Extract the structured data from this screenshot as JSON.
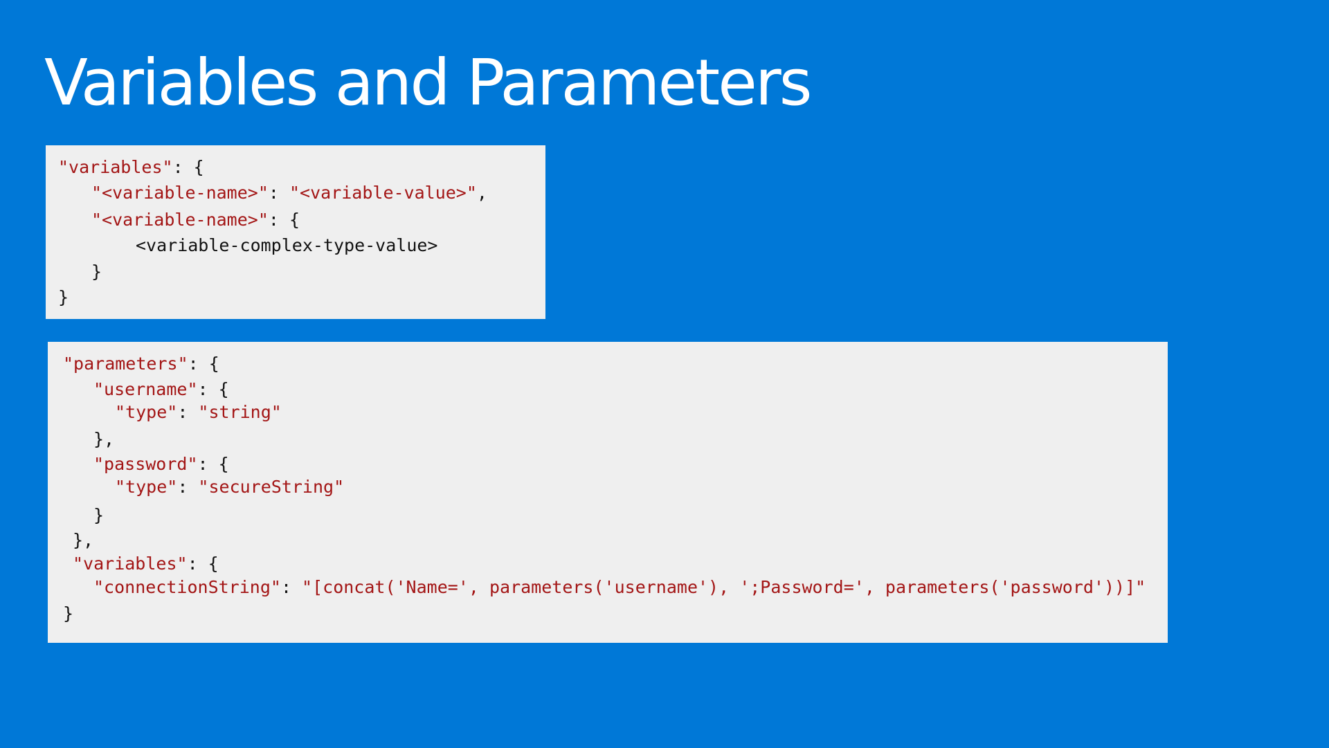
{
  "slide": {
    "title": "Variables and Parameters"
  },
  "colors": {
    "background": "#0078d7",
    "code_background": "#efefef",
    "string_color": "#a31515",
    "punctuation_color": "#111111"
  },
  "code_blocks": {
    "variables_block": {
      "lines": [
        [
          "\"variables\"",
          ": {"
        ],
        [
          "\"<variable-name>\"",
          ": ",
          "\"<variable-value>\"",
          ","
        ],
        [
          "\"<variable-name>\"",
          ": {"
        ],
        [
          "<variable-complex-type-value>"
        ],
        [
          "}"
        ],
        [
          "}"
        ]
      ]
    },
    "parameters_block": {
      "lines": [
        [
          "\"parameters\"",
          ": {"
        ],
        [
          "\"username\"",
          ": {"
        ],
        [
          "\"type\"",
          ": ",
          "\"string\""
        ],
        [
          "},"
        ],
        [
          "\"password\"",
          ": {"
        ],
        [
          "\"type\"",
          ": ",
          "\"secureString\""
        ],
        [
          "}"
        ],
        [
          "},"
        ],
        [
          "\"variables\"",
          ": {"
        ],
        [
          "\"connectionString\"",
          ": ",
          "\"[concat('Name=', parameters('username'), ';Password=', parameters('password'))]\""
        ],
        [
          "}"
        ]
      ]
    }
  }
}
